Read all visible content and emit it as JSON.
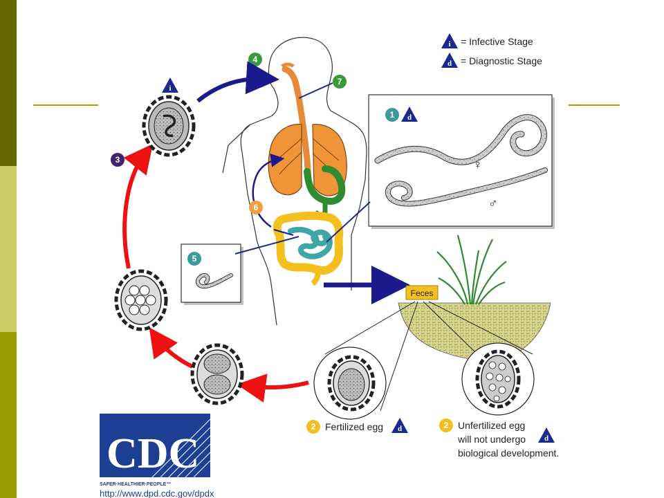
{
  "legend": {
    "infective_badge": "i",
    "infective_label": "= Infective Stage",
    "diagnostic_badge": "d",
    "diagnostic_label": "= Diagnostic Stage"
  },
  "steps": {
    "s1": "1",
    "s2a": "2",
    "s2b": "2",
    "s3": "3",
    "s4": "4",
    "s5": "5",
    "s6": "6",
    "s7": "7"
  },
  "badges": {
    "i": "i",
    "d": "d"
  },
  "symbols": {
    "female": "♀",
    "male": "♂"
  },
  "feces_label": "Feces",
  "fertilized_label": "Fertilized egg",
  "unfertilized_line1": "Unfertilized egg",
  "unfertilized_line2": "will not undergo",
  "unfertilized_line3": "biological development.",
  "logo": {
    "name": "CDC",
    "tagline": "SAFER·HEALTHIER·PEOPLE™",
    "url": "http://www.dpd.cdc.gov/dpdx"
  },
  "colors": {
    "blue_arrow": "#1a1a8c",
    "red_arrow": "#ee1111",
    "green_num": "#3a9a3a",
    "purple_num": "#44216e",
    "orange_num": "#f0a040",
    "teal_num": "#3c9a9a",
    "yellow_num": "#f0c020",
    "badge_blue": "#1a2a8c",
    "lungs": "#f0943a",
    "stomach": "#2e8b2e",
    "intestine": "#f4c020",
    "small_intestine": "#3fa6a6",
    "feces": "#f4c020",
    "soil": "#d4d28a",
    "cdc_blue": "#1c3f94"
  }
}
